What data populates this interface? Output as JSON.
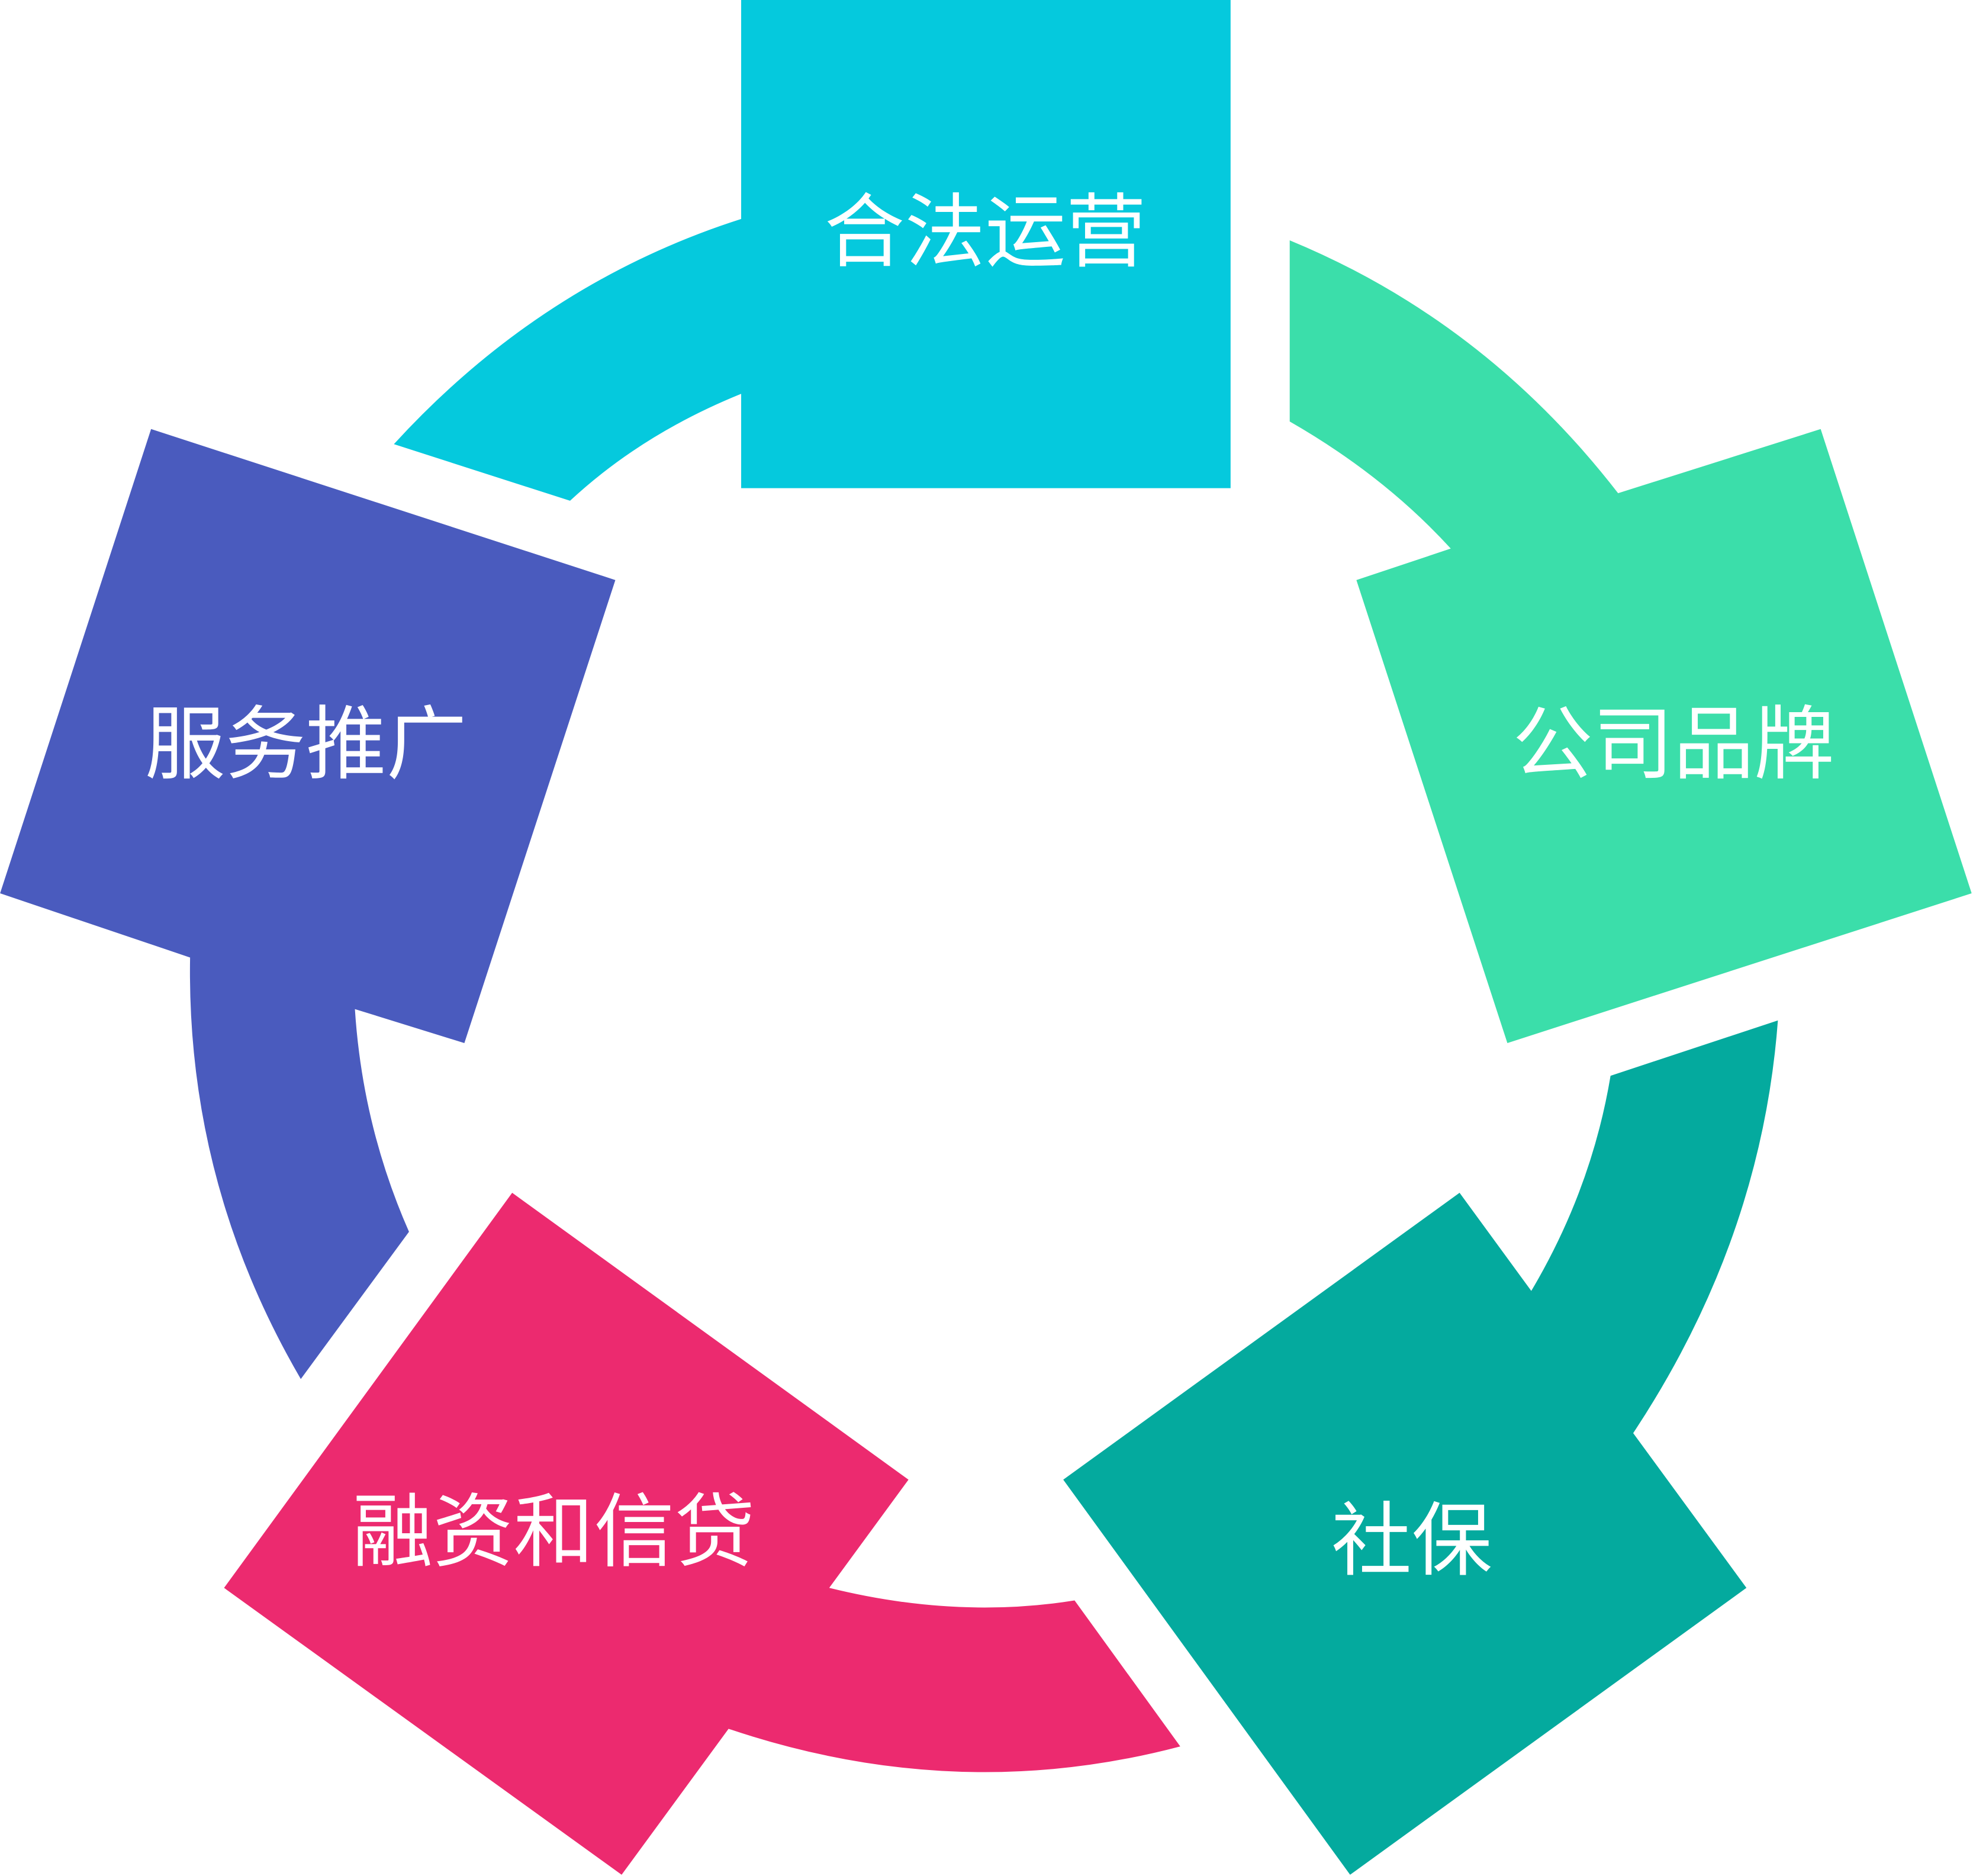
{
  "diagram": {
    "type": "cycle",
    "segments": [
      {
        "id": "legal-operation",
        "label": "合法运营",
        "color": "#05C9DD"
      },
      {
        "id": "company-brand",
        "label": "公司品牌",
        "color": "#3BDEAA"
      },
      {
        "id": "social-security",
        "label": "社保",
        "color": "#04AA9E"
      },
      {
        "id": "financing-credit",
        "label": "融资和信贷",
        "color": "#EC2A6F"
      },
      {
        "id": "service-promotion",
        "label": "服务推广",
        "color": "#4A5BBE"
      }
    ]
  }
}
